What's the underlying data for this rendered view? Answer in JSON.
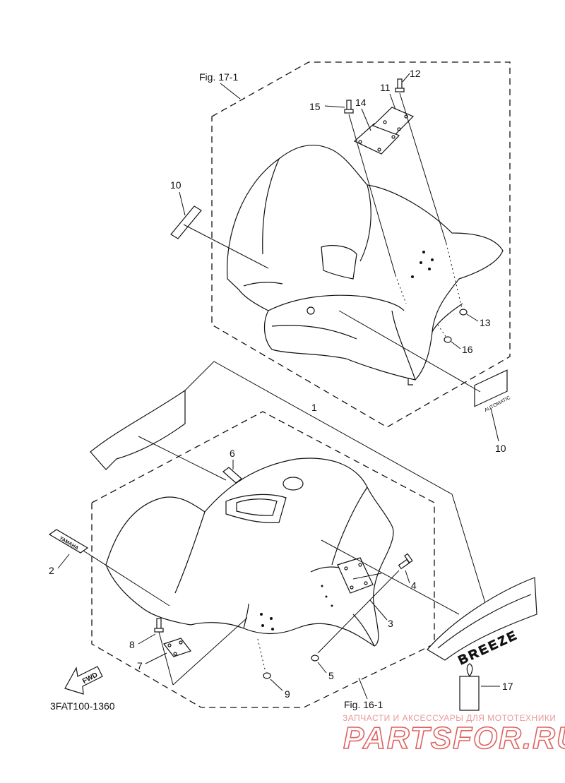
{
  "diagram": {
    "figure_refs": {
      "top": "Fig. 17-1",
      "bottom": "Fig. 16-1"
    },
    "drawing_code": "3FAT100-1360",
    "fwd_label": "FWD",
    "callouts": [
      {
        "id": "1",
        "text": "1"
      },
      {
        "id": "2",
        "text": "2"
      },
      {
        "id": "3",
        "text": "3"
      },
      {
        "id": "4",
        "text": "4"
      },
      {
        "id": "5",
        "text": "5"
      },
      {
        "id": "6",
        "text": "6"
      },
      {
        "id": "7",
        "text": "7"
      },
      {
        "id": "8",
        "text": "8"
      },
      {
        "id": "9",
        "text": "9"
      },
      {
        "id": "10a",
        "text": "10"
      },
      {
        "id": "10b",
        "text": "10"
      },
      {
        "id": "11",
        "text": "11"
      },
      {
        "id": "12",
        "text": "12"
      },
      {
        "id": "13",
        "text": "13"
      },
      {
        "id": "14",
        "text": "14"
      },
      {
        "id": "15",
        "text": "15"
      },
      {
        "id": "16",
        "text": "16"
      },
      {
        "id": "17",
        "text": "17"
      }
    ],
    "decals": {
      "yamaha": "YAMAHA",
      "automatic": "AUTOMATIC",
      "breeze": "BREEZE"
    }
  },
  "watermark": {
    "tagline": "ЗАПЧАСТИ И АКСЕССУАРЫ ДЛЯ МОТОТЕХНИКИ",
    "brand": "PARTSFOR.RU",
    "color": "#e06060"
  }
}
